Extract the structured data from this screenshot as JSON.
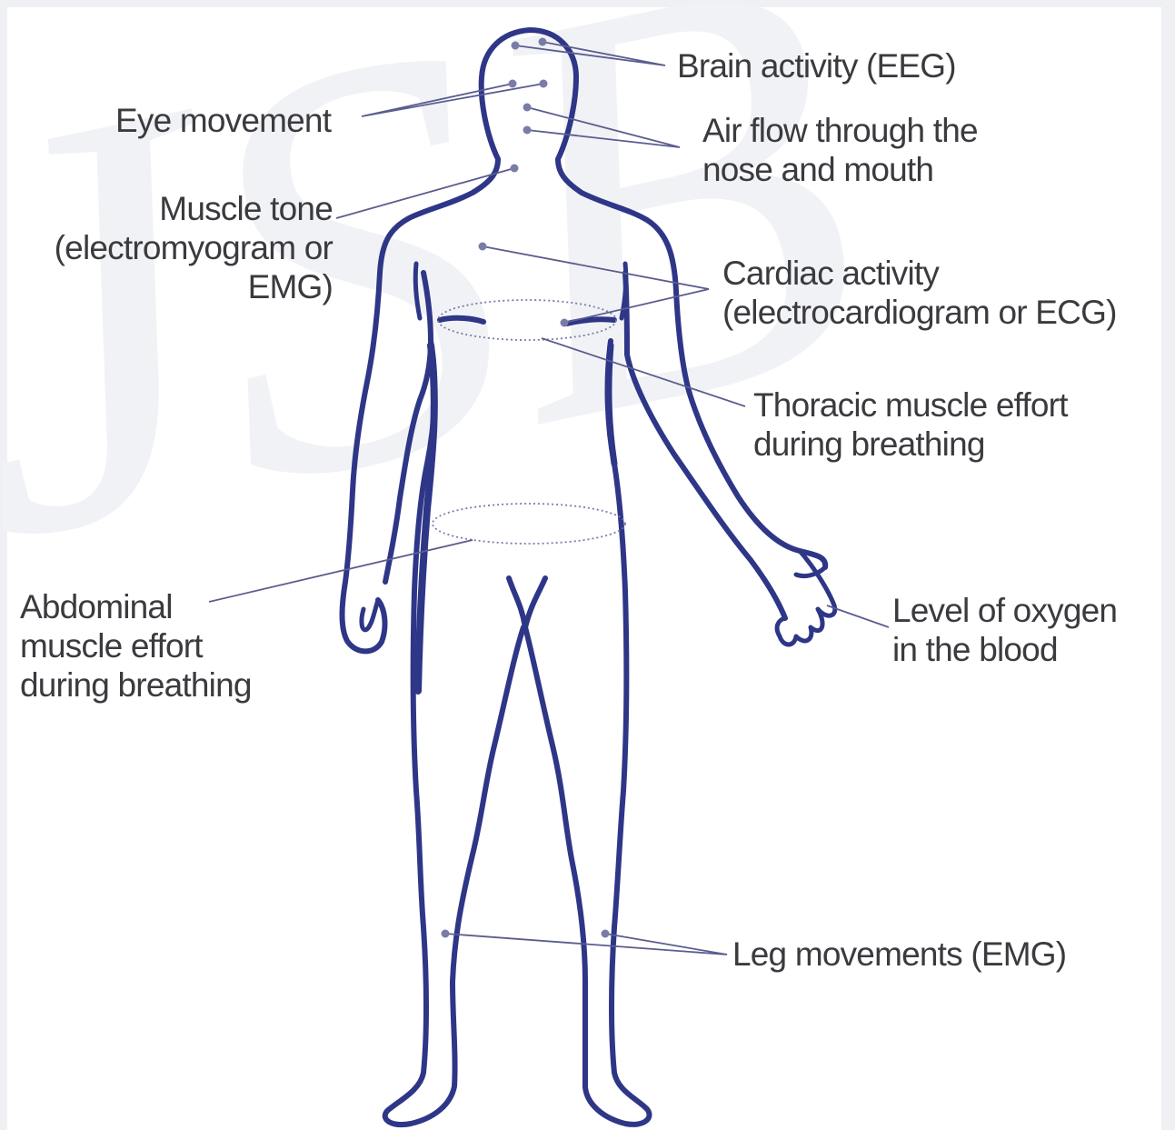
{
  "diagram": {
    "labels": {
      "brain": [
        "Brain activity (EEG)"
      ],
      "eye": [
        "Eye movement"
      ],
      "airflow": [
        "Air flow through the",
        "nose and mouth"
      ],
      "muscle": [
        "Muscle tone",
        "(electromyogram or",
        "EMG)"
      ],
      "cardiac": [
        "Cardiac activity",
        "(electrocardiogram or ECG)"
      ],
      "thoracic": [
        "Thoracic muscle effort",
        "during breathing"
      ],
      "abdominal": [
        "Abdominal",
        "muscle effort",
        "during breathing"
      ],
      "oxygen": [
        "Level of oxygen",
        "in the blood"
      ],
      "legs": [
        "Leg movements (EMG)"
      ]
    },
    "watermark": "JSB",
    "colors": {
      "body_outline": "#2e3687",
      "leader_line": "#5b5d8f",
      "sensor_dot": "#7a7ca8",
      "label_text": "#3a3a3f",
      "background": "#ffffff",
      "frame": "#eef0f3"
    }
  }
}
